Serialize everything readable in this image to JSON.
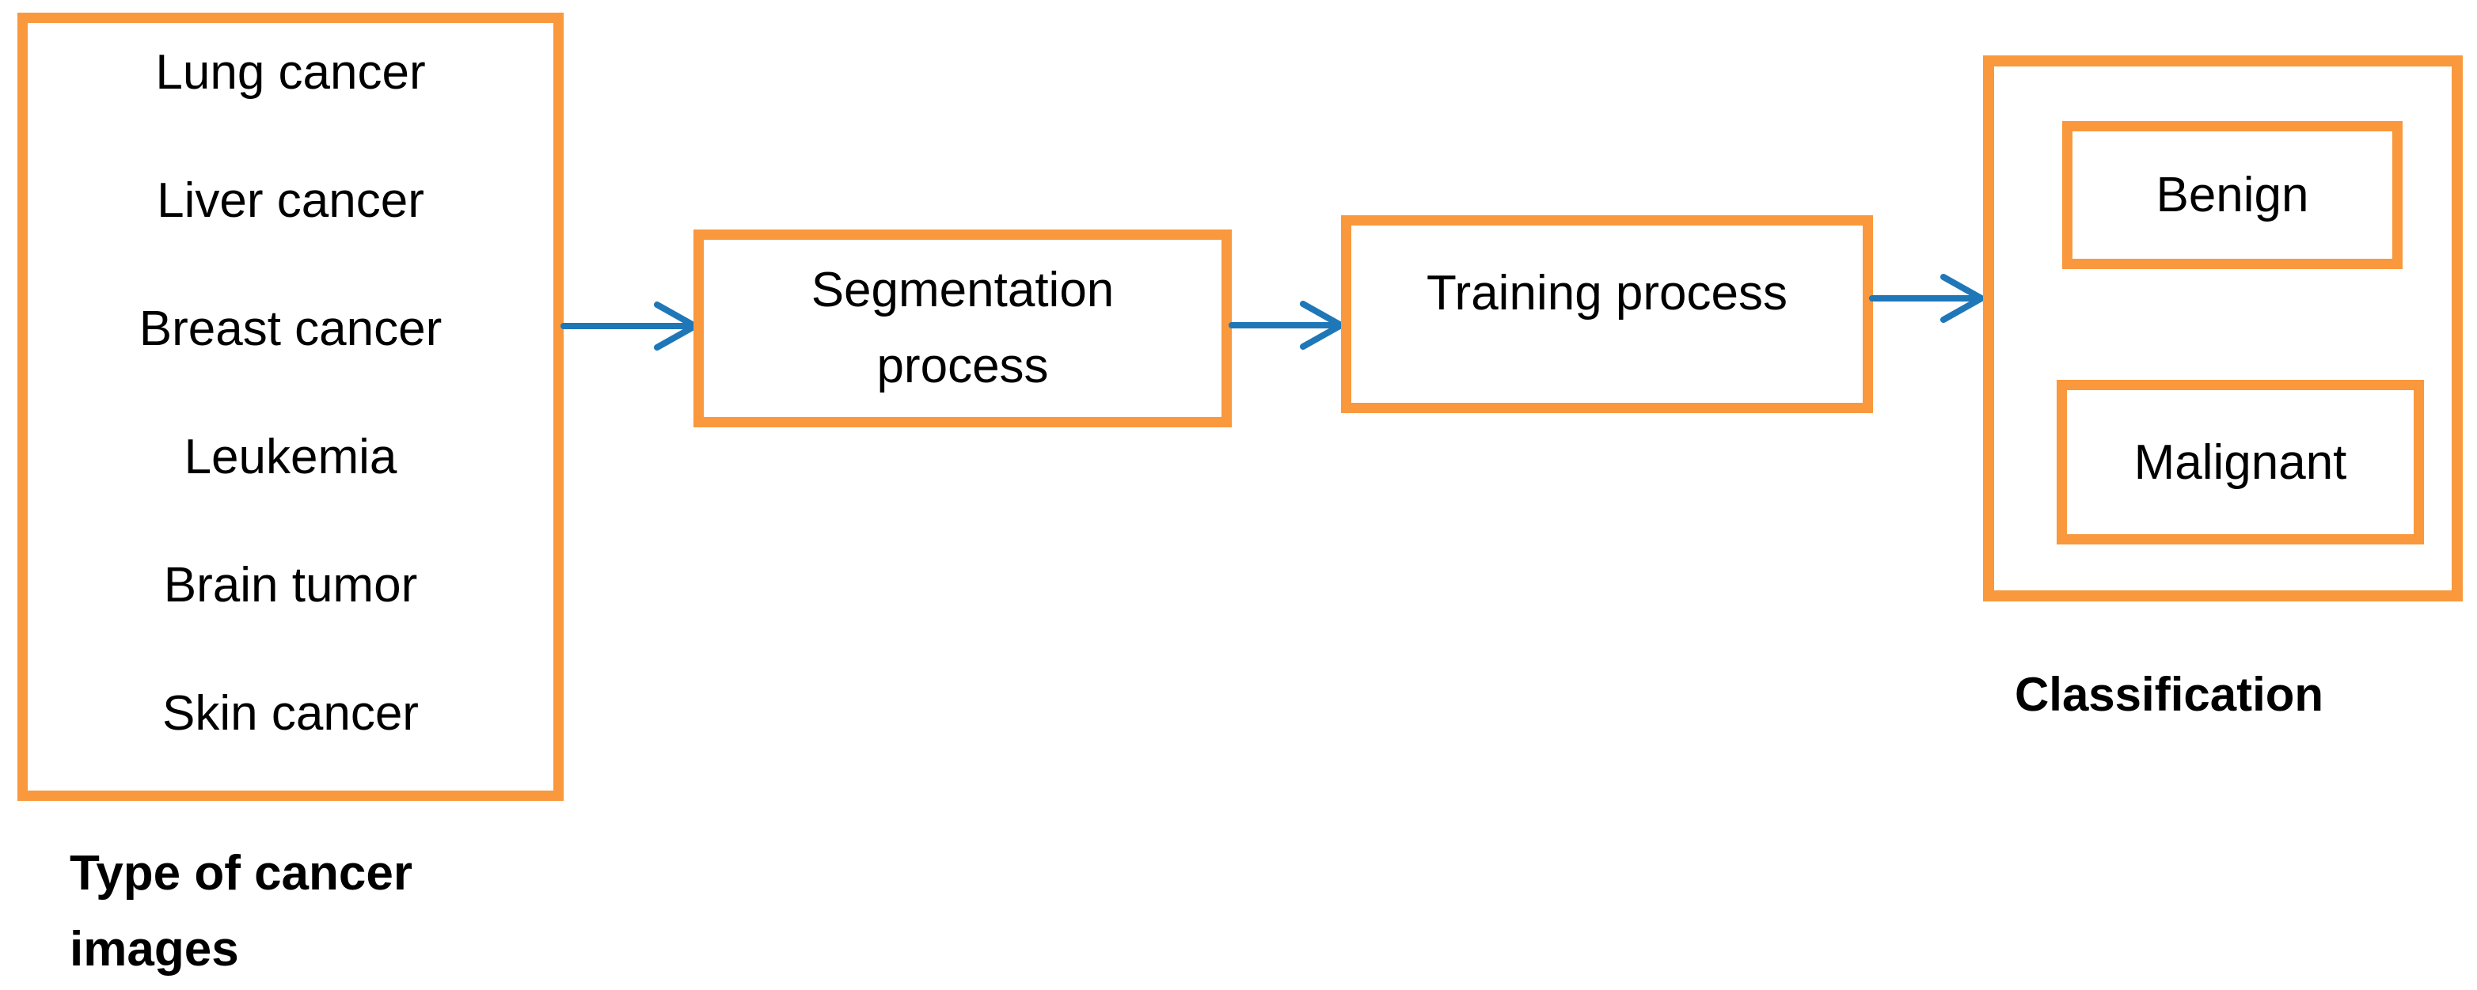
{
  "diagram": {
    "background": "#FFFFFF",
    "colors": {
      "box_border": "#F9983C",
      "arrow": "#1F77B8",
      "text": "#000000"
    },
    "source_box": {
      "items": [
        "Lung cancer",
        "Liver cancer",
        "Breast cancer",
        "Leukemia",
        "Brain tumor",
        "Skin cancer"
      ],
      "caption": "Type of cancer images"
    },
    "segmentation_box": {
      "label": "Segmentation process"
    },
    "training_box": {
      "label": "Training process"
    },
    "classification_box": {
      "benign_label": "Benign",
      "malignant_label": "Malignant",
      "caption": "Classification"
    }
  }
}
